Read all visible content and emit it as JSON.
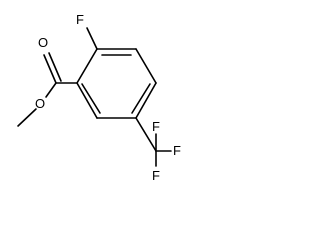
{
  "molecule": {
    "atoms": {
      "F_top": "F",
      "O_carbonyl": "O",
      "O_ester": "O",
      "F_cf3_top": "F",
      "F_cf3_right": "F",
      "F_cf3_bottom": "F"
    },
    "colors": {
      "bond": "#000000",
      "label": "#000000",
      "background": "#ffffff"
    }
  }
}
